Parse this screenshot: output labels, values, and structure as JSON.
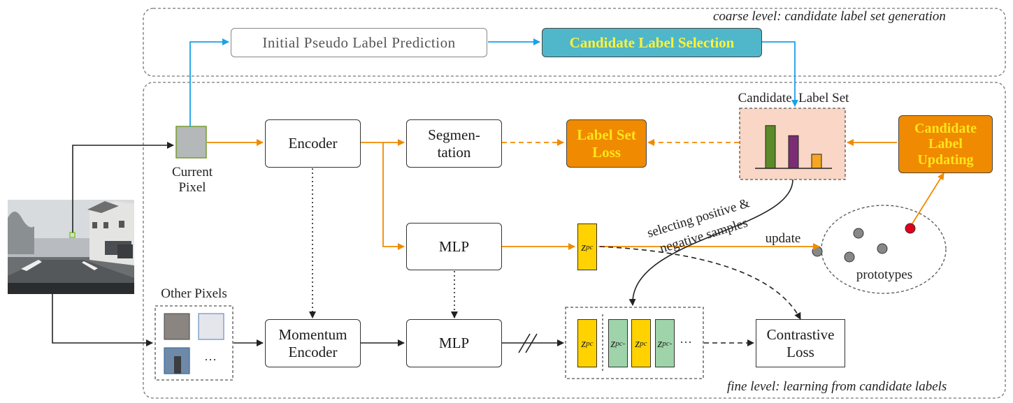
{
  "levels": {
    "coarse": "coarse level: candidate label set generation",
    "fine": "fine level: learning from candidate labels"
  },
  "nodes": {
    "initial_pseudo": "Initial Pseudo Label Prediction",
    "candidate_selection": "Candidate Label Selection",
    "encoder": "Encoder",
    "segmentation": "Segmen-\ntation",
    "label_set_loss": "Label Set\nLoss",
    "candidate_updating": "Candidate\nLabel\nUpdating",
    "mlp_top": "MLP",
    "momentum_encoder": "Momentum\nEncoder",
    "mlp_bottom": "MLP",
    "contrastive_loss": "Contrastive\nLoss"
  },
  "labels": {
    "current_pixel": "Current\nPixel",
    "other_pixels": "Other Pixels",
    "candidate_label_set": "Candidate  Label Set",
    "selecting": "selecting positive &",
    "negative": "negative samples",
    "update": "update",
    "prototypes": "prototypes",
    "ellipsis": "···"
  },
  "embeddings": {
    "z_base": "z",
    "anchor_sub": "p",
    "pos_sup": "c",
    "neg_sup": "c-"
  },
  "chart_data": {
    "type": "bar",
    "categories": [
      "",
      "",
      ""
    ],
    "values": [
      0.85,
      0.65,
      0.28
    ],
    "colors": [
      "#5b8a2a",
      "#7b2d74",
      "#f5a623"
    ]
  },
  "prototypes": {
    "colors": [
      "#888888",
      "#e0001a"
    ],
    "highlighted_count": 1,
    "total": 5
  },
  "colors": {
    "orange_arrow": "#f08a00",
    "blue_arrow": "#1aa0e8",
    "dark_arrow": "#222222",
    "node_orange": "#f08a00",
    "node_teal": "#4fb7c9",
    "highlight_text": "#ffe51a",
    "candidate_bg": "#f9d6c5",
    "z_yellow": "#ffd200",
    "z_green": "#9fd3a9"
  }
}
